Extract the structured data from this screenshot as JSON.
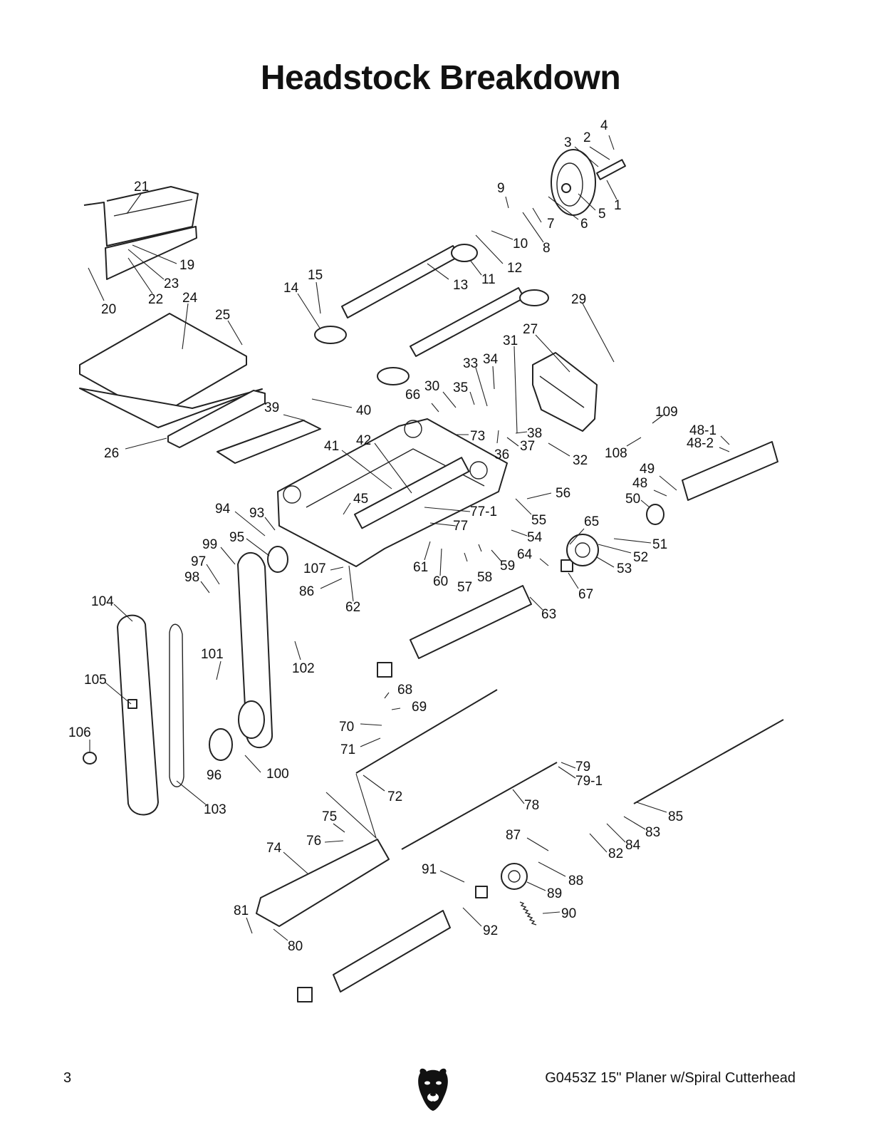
{
  "page": {
    "title": "Headstock Breakdown",
    "page_number": "3",
    "document_title": "G0453Z 15\" Planer w/Spiral Cutterhead",
    "logo_icon": "grizzly-bear-logo-icon"
  },
  "diagram": {
    "callouts": [
      "1",
      "2",
      "3",
      "4",
      "5",
      "6",
      "7",
      "8",
      "9",
      "10",
      "11",
      "12",
      "13",
      "14",
      "15",
      "19",
      "20",
      "21",
      "22",
      "23",
      "24",
      "25",
      "26",
      "27",
      "29",
      "30",
      "31",
      "32",
      "33",
      "34",
      "35",
      "36",
      "37",
      "38",
      "39",
      "40",
      "41",
      "42",
      "45",
      "48",
      "48-1",
      "48-2",
      "49",
      "50",
      "51",
      "52",
      "53",
      "54",
      "55",
      "56",
      "57",
      "58",
      "59",
      "60",
      "61",
      "62",
      "63",
      "64",
      "65",
      "66",
      "67",
      "68",
      "69",
      "70",
      "71",
      "72",
      "73",
      "74",
      "75",
      "76",
      "77",
      "77-1",
      "78",
      "79",
      "79-1",
      "80",
      "81",
      "82",
      "83",
      "84",
      "85",
      "86",
      "87",
      "88",
      "89",
      "90",
      "91",
      "92",
      "93",
      "94",
      "95",
      "96",
      "97",
      "98",
      "99",
      "100",
      "101",
      "102",
      "103",
      "104",
      "105",
      "106",
      "107",
      "108",
      "109"
    ]
  }
}
